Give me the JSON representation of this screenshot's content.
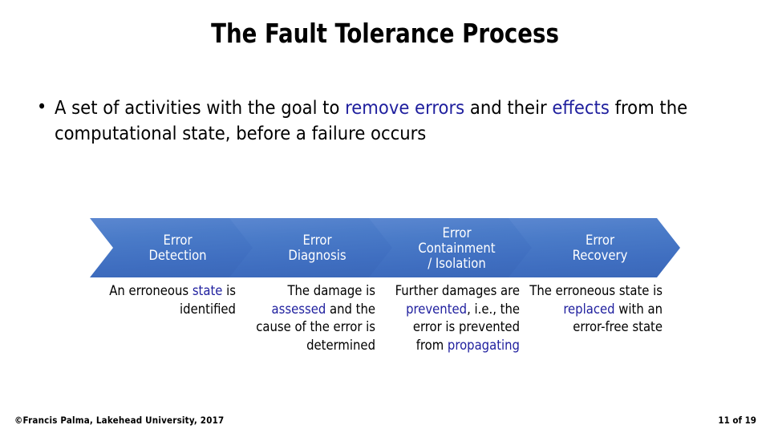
{
  "slide": {
    "title": "The Fault Tolerance Process",
    "accent_blue": "#1f1f9e",
    "chevron_blue": "#4a7bc8"
  },
  "bullet": {
    "marker": "•",
    "seg1": "A set of activities with the goal to ",
    "hl1": "remove errors",
    "seg2": " and their ",
    "hl2": "effects",
    "seg3": " from the computational state, before a failure occurs"
  },
  "process": {
    "steps": [
      {
        "title": "Error\nDetection",
        "desc_pre": "An erroneous ",
        "desc_hl": "state",
        "desc_post": " is identified"
      },
      {
        "title": "Error\nDiagnosis",
        "desc_pre": "The damage is ",
        "desc_hl": "assessed",
        "desc_post": " and the cause of the error is determined"
      },
      {
        "title": "Error\nContainment\n/ Isolation",
        "desc_pre": "Further damages are ",
        "desc_hl": "prevented",
        "desc_post": ", i.e., the error is prevented from ",
        "desc_hl2": "propagating"
      },
      {
        "title": "Error\nRecovery",
        "desc_pre": "The erroneous state is ",
        "desc_hl": "replaced",
        "desc_post": " with an error-free state"
      }
    ]
  },
  "footer": {
    "copyright": "©Francis Palma, Lakehead University, 2017",
    "page": "11 of 19"
  }
}
